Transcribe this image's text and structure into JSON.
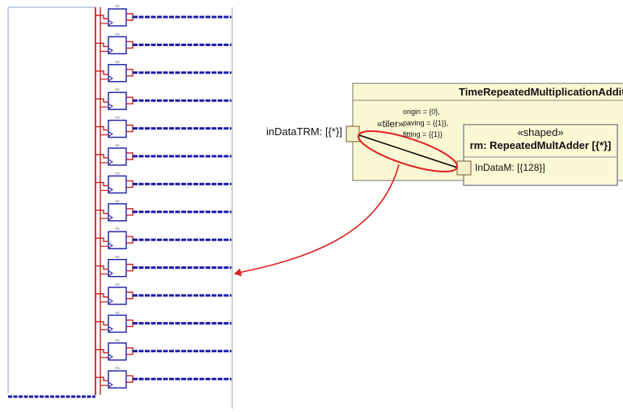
{
  "uml": {
    "component_title": "TimeRepeatedMultiplicationAddition",
    "outer_port_label": "inDataTRM: [{*}]",
    "tiler_stereotype": "«tiler»",
    "tiler_origin": "origin = {0},",
    "tiler_paving": "paving = {{1}},",
    "tiler_fitting": "fitting = {{1}}",
    "part_stereotype": "«shaped»",
    "part_name": "rm: RepeatedMultAdder [{*}]",
    "inner_port_label": "InDataM: [{128}]"
  },
  "schematic": {
    "stage_count": 14,
    "stage_label": "FD",
    "wire_color": "#1a1aa8",
    "feedback_color": "#cc2020"
  },
  "colors": {
    "uml_fill": "#fbf8d4",
    "uml_border": "#8a8a7a",
    "port_fill": "#f3eecb",
    "port_border": "#7a5a2a",
    "highlight_red": "#e02020"
  }
}
